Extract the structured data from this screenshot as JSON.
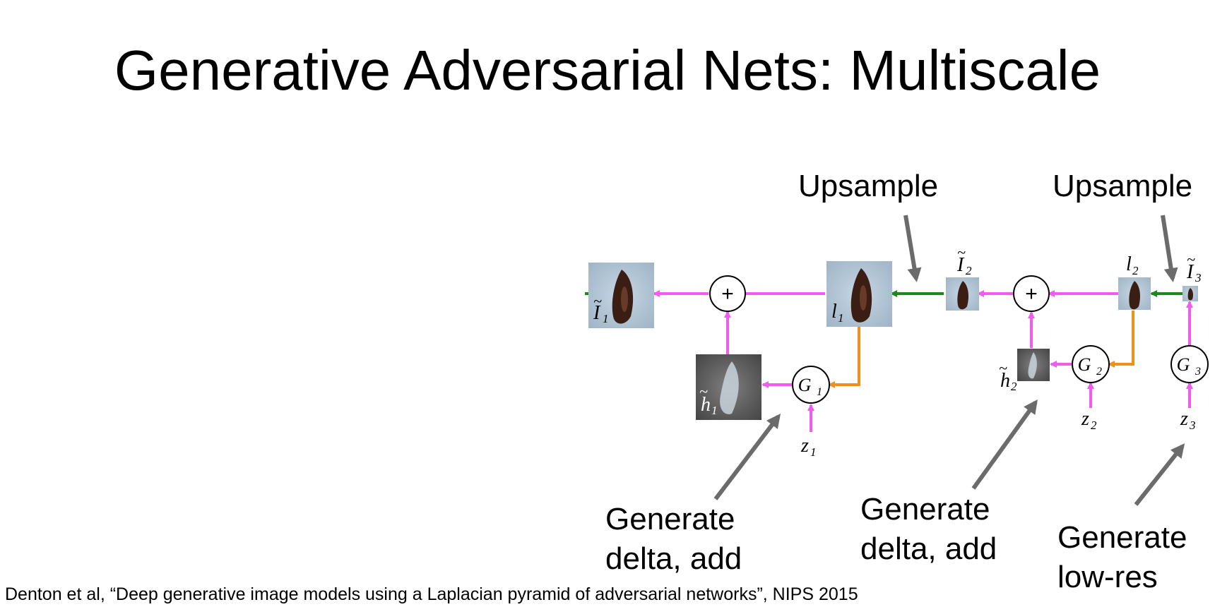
{
  "title": "Generative Adversarial Nets: Multiscale",
  "callouts": {
    "upsample_left": "Upsample",
    "upsample_right": "Upsample",
    "generate_delta_add_1": [
      "Generate",
      "delta, add"
    ],
    "generate_delta_add_2": [
      "Generate",
      "delta, add"
    ],
    "generate_low_res": [
      "Generate",
      "low-res"
    ]
  },
  "diagram": {
    "plus_symbol": "+",
    "images": {
      "I1_tilde": {
        "base": "I",
        "sub": "1",
        "tilde": true
      },
      "l1": {
        "base": "l",
        "sub": "1"
      },
      "h1_tilde": {
        "base": "h",
        "sub": "1",
        "tilde": true
      },
      "I2_tilde": {
        "base": "I",
        "sub": "2",
        "tilde": true
      },
      "l2": {
        "base": "l",
        "sub": "2"
      },
      "h2_tilde": {
        "base": "h",
        "sub": "2",
        "tilde": true
      },
      "I3_tilde": {
        "base": "I",
        "sub": "3",
        "tilde": true
      }
    },
    "generators": [
      {
        "base": "G",
        "sub": "1"
      },
      {
        "base": "G",
        "sub": "2"
      },
      {
        "base": "G",
        "sub": "3"
      }
    ],
    "noise": [
      {
        "base": "z",
        "sub": "1"
      },
      {
        "base": "z",
        "sub": "2"
      },
      {
        "base": "z",
        "sub": "3"
      }
    ],
    "colors": {
      "flow": "#f05cf0",
      "upsample": "#1a8a1a",
      "generator_input": "#f0901c",
      "callout_arrow": "#6b6b6b"
    }
  },
  "citation": "Denton et al, “Deep generative image models using a Laplacian pyramid of adversarial networks”, NIPS 2015"
}
